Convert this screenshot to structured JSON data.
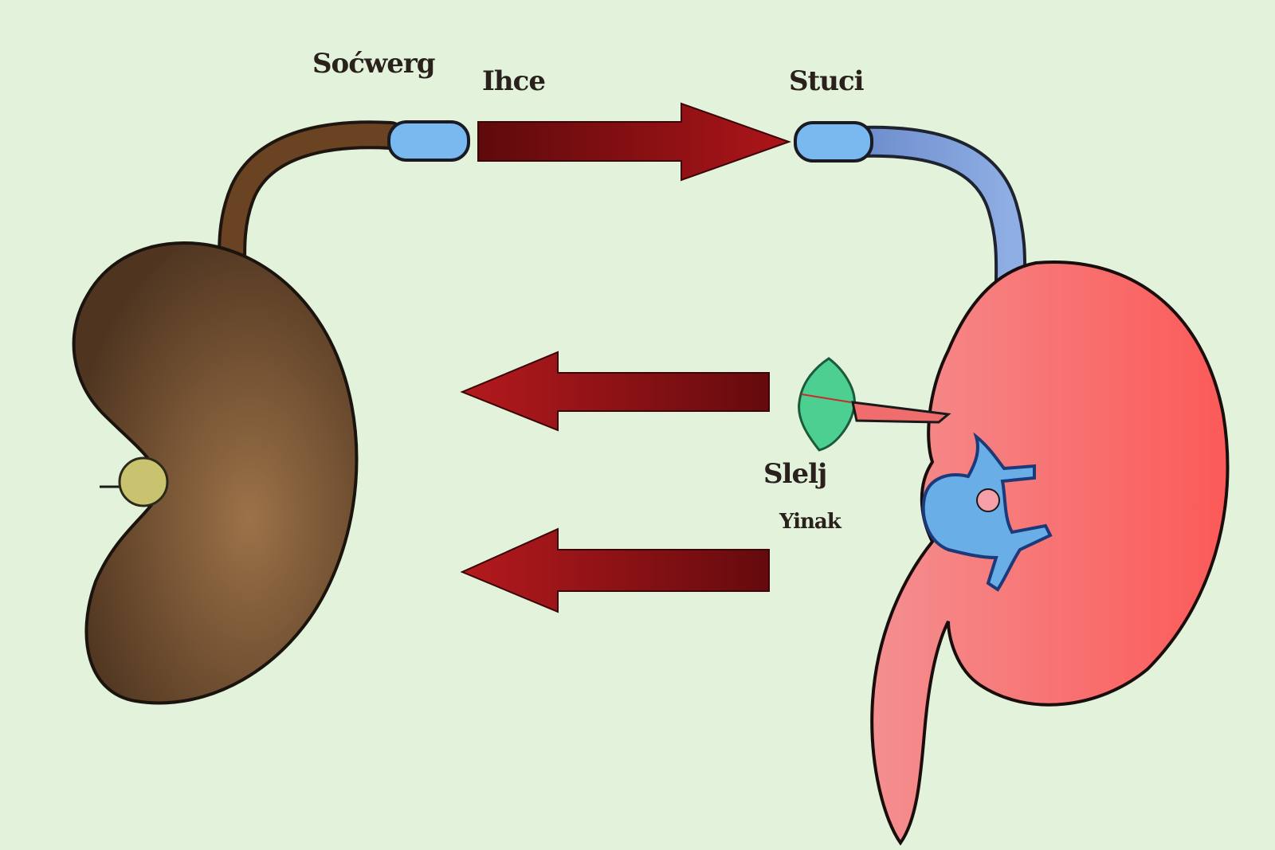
{
  "labels": {
    "left_tube": "Soćwerg",
    "top_arrow": "Ihce",
    "right_tube": "Stuci",
    "gland": "Slelj",
    "gland_sub": "Yinak"
  },
  "colors": {
    "background": "#e3f3db",
    "left_organ": "#6b4a2c",
    "left_tube": "#5a3a1e",
    "right_organ": "#f26a6a",
    "right_tube": "#7f9fd6",
    "connector_caps": "#7ab8f0",
    "arrows": "#8b0d12",
    "gland": "#4ccf90"
  },
  "icons": {
    "left_organ": "kidney-shape-brown",
    "right_organ": "kidney-shape-red",
    "arrows": "arrow-right, arrow-left, arrow-left"
  }
}
